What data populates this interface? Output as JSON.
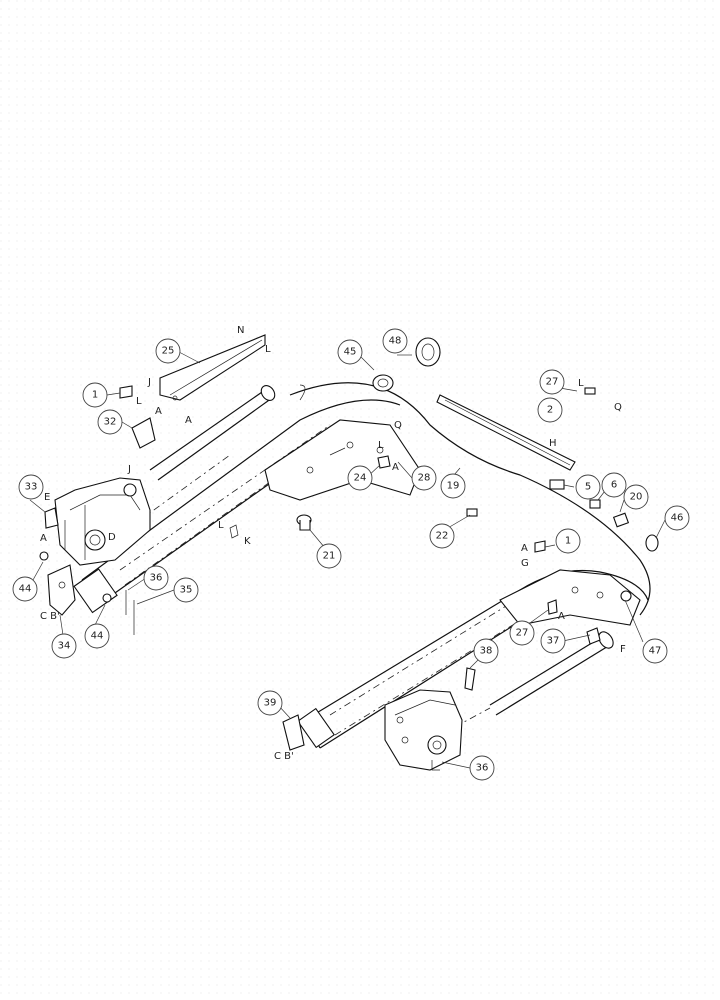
{
  "diagram": {
    "callouts": [
      "1",
      "2",
      "5",
      "6",
      "19",
      "20",
      "21",
      "22",
      "24",
      "25",
      "27",
      "28",
      "32",
      "33",
      "34",
      "35",
      "36",
      "37",
      "38",
      "39",
      "44",
      "45",
      "46",
      "47",
      "48"
    ],
    "letters": [
      "A",
      "B",
      "C",
      "D",
      "E",
      "F",
      "G",
      "H",
      "J",
      "K",
      "L",
      "N",
      "Q"
    ]
  },
  "labels": {
    "c1a": "1",
    "c1b": "1",
    "c2": "2",
    "c5": "5",
    "c6": "6",
    "c19": "19",
    "c20": "20",
    "c21": "21",
    "c22": "22",
    "c24": "24",
    "c25": "25",
    "c27a": "27",
    "c27b": "27",
    "c28": "28",
    "c32": "32",
    "c33": "33",
    "c34": "34",
    "c35": "35",
    "c36a": "36",
    "c36b": "36",
    "c37": "37",
    "c38": "38",
    "c39": "39",
    "c44a": "44",
    "c44b": "44",
    "c45": "45",
    "c46": "46",
    "c47": "47",
    "c48": "48"
  },
  "letters": {
    "N": "N",
    "L": "L",
    "J": "J",
    "A": "A",
    "E": "E",
    "D": "D",
    "CB": "C B'",
    "K": "K",
    "Q": "Q",
    "H": "H",
    "G": "G",
    "F": "F"
  }
}
